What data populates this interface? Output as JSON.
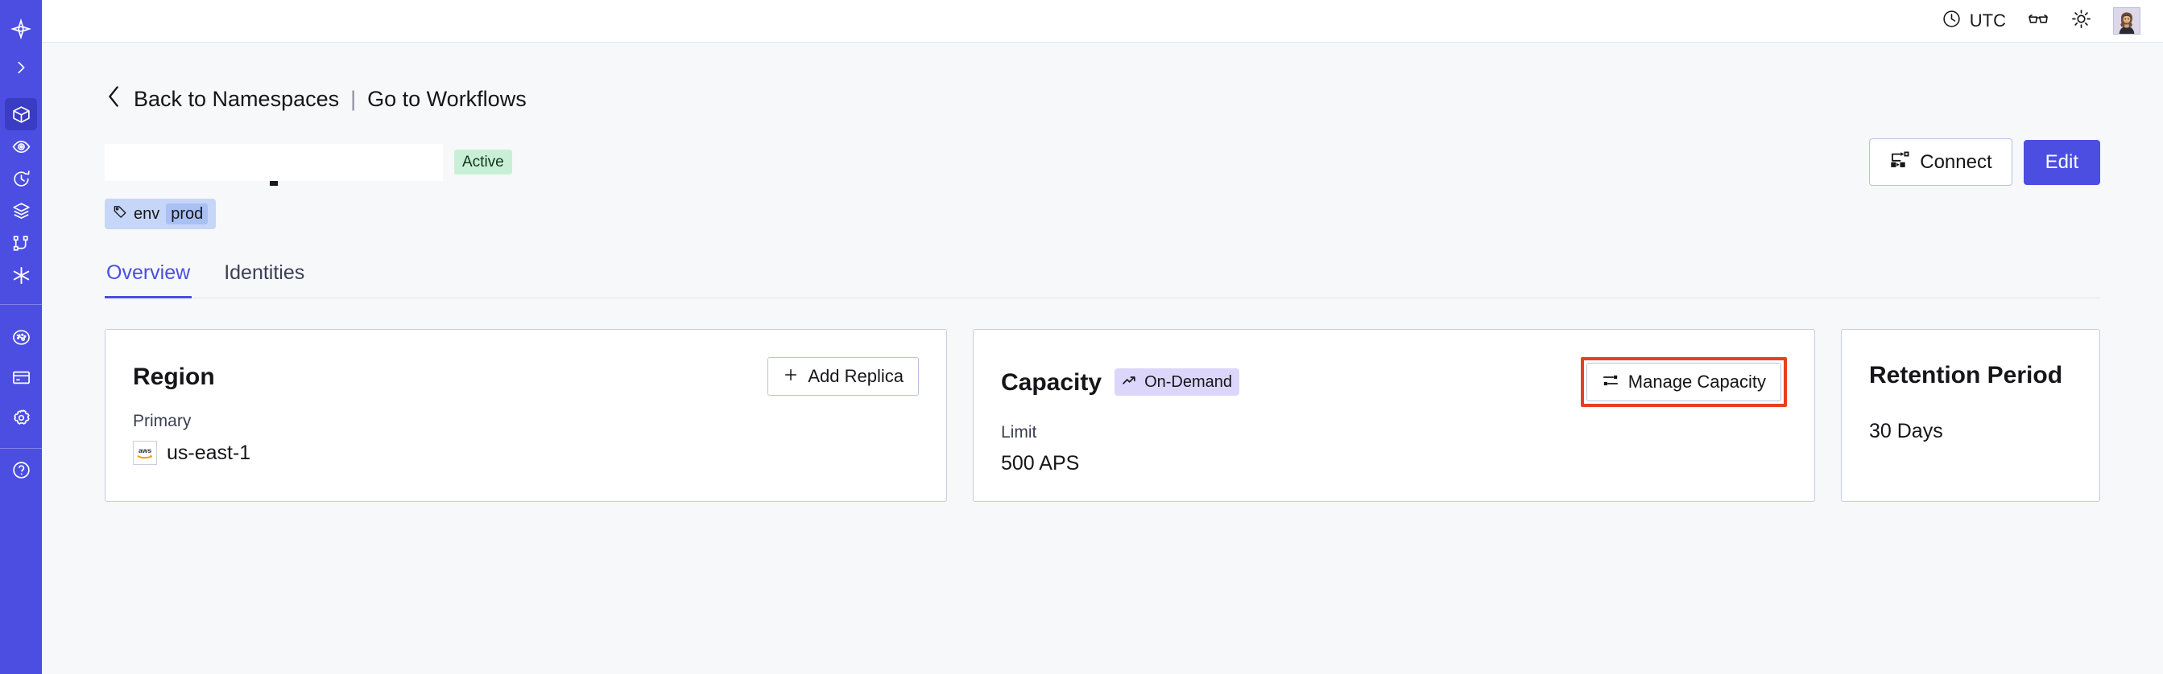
{
  "sidebar": {
    "items": [
      {
        "name": "logo",
        "icon": "temporal-logo-icon",
        "active": false
      },
      {
        "name": "expand",
        "icon": "chevron-right-icon",
        "active": false
      },
      {
        "name": "namespaces",
        "icon": "cube-icon",
        "active": true
      },
      {
        "name": "observability",
        "icon": "eye-icon",
        "active": false
      },
      {
        "name": "schedules",
        "icon": "clock-rewind-icon",
        "active": false
      },
      {
        "name": "nexus",
        "icon": "layers-icon",
        "active": false
      },
      {
        "name": "workflows",
        "icon": "git-branch-icon",
        "active": false
      },
      {
        "name": "integrations",
        "icon": "asterisk-icon",
        "active": false
      },
      {
        "name": "usage",
        "icon": "gauge-icon",
        "active": false
      },
      {
        "name": "billing",
        "icon": "credit-card-icon",
        "active": false
      },
      {
        "name": "settings",
        "icon": "gear-icon",
        "active": false
      }
    ]
  },
  "topbar": {
    "timezone": "UTC",
    "clock_icon": "clock-icon",
    "glasses_icon": "glasses-icon",
    "theme_icon": "sun-icon",
    "avatar_icon": "user-avatar"
  },
  "breadcrumb": {
    "back_icon": "chevron-left-icon",
    "back_label": "Back to Namespaces",
    "separator": "|",
    "forward_label": "Go to Workflows"
  },
  "header": {
    "namespace_title": "",
    "status": "Active",
    "connect_label": "Connect",
    "connect_icon": "connect-icon",
    "edit_label": "Edit",
    "tags": [
      {
        "icon": "tag-icon",
        "key": "env",
        "value": "prod"
      }
    ]
  },
  "tabs": [
    {
      "label": "Overview",
      "active": true
    },
    {
      "label": "Identities",
      "active": false
    }
  ],
  "cards": {
    "region": {
      "title": "Region",
      "action_label": "Add Replica",
      "action_icon": "plus-icon",
      "label": "Primary",
      "provider_icon": "aws-logo",
      "value": "us-east-1"
    },
    "capacity": {
      "title": "Capacity",
      "badge_label": "On-Demand",
      "badge_icon": "trending-up-icon",
      "action_label": "Manage Capacity",
      "action_icon": "sliders-icon",
      "label": "Limit",
      "value": "500 APS"
    },
    "retention": {
      "title": "Retention Period",
      "value": "30 Days"
    }
  },
  "colors": {
    "brand": "#4b4ee0",
    "sidebar_active": "#3a3cc4",
    "page_bg": "#f7f8fa",
    "card_border": "#c3cde3",
    "status_active_bg": "#c9f0d6",
    "tag_bg": "#c6d6f8",
    "tag_value_bg": "#a8c0f2",
    "badge_ondemand_bg": "#ddd6fb",
    "highlight": "#e8401f"
  }
}
